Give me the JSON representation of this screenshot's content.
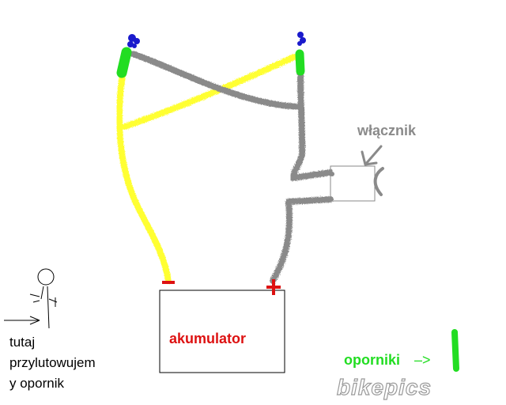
{
  "labels": {
    "battery": "akumulator",
    "switch": "włącznik",
    "minus": "−",
    "plus": "+",
    "resistors": "oporniki",
    "resistors_arrow": "–>",
    "note_lines": [
      "tutaj",
      "przylutowujem",
      "y opornik"
    ],
    "watermark": "bikepics"
  },
  "colors": {
    "yellow_wire": "#ffff33",
    "gray_wire": "#8a8a8a",
    "resistor_green": "#22dd22",
    "terminal_blue": "#1a1acc",
    "polarity_red": "#dd1111",
    "label_gray": "#8a8a8a"
  }
}
